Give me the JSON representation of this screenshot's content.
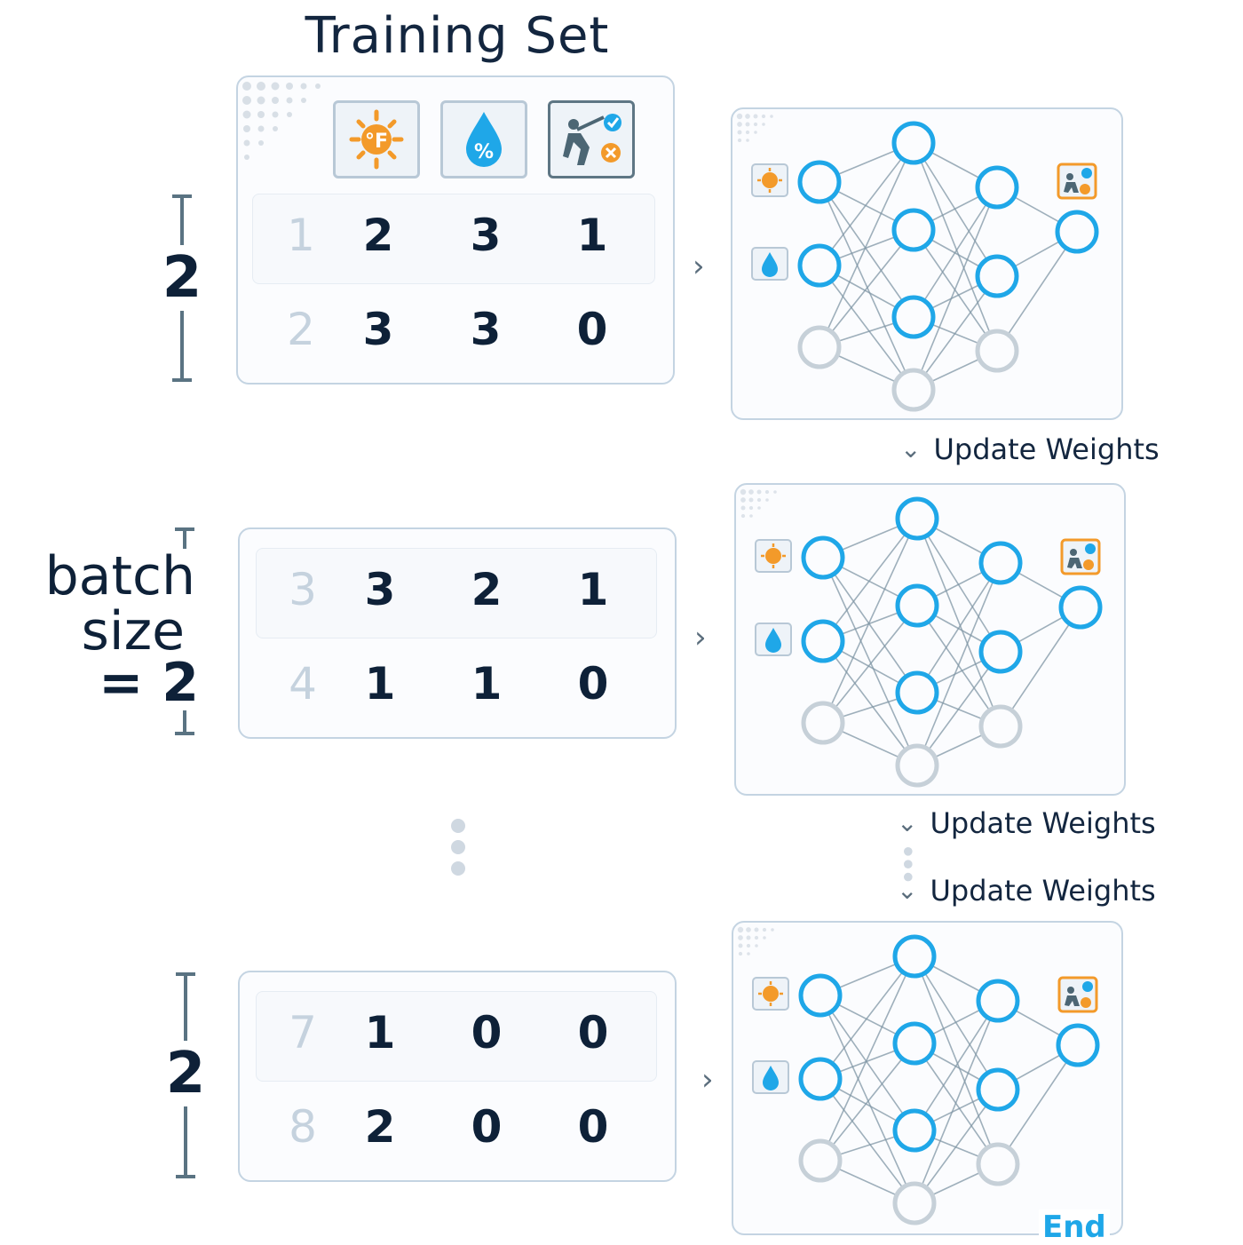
{
  "title": "Training Set",
  "features": [
    {
      "icon": "temperature-sun-icon",
      "label": "°F",
      "color": "#f39a2a"
    },
    {
      "icon": "humidity-drop-icon",
      "label": "%",
      "color": "#1fa7e8"
    },
    {
      "icon": "play-golf-outcome-icon",
      "color": "#4c6674"
    }
  ],
  "batches": [
    {
      "size_label": "2",
      "rows": [
        {
          "index": "1",
          "values": [
            "2",
            "3",
            "1"
          ]
        },
        {
          "index": "2",
          "values": [
            "3",
            "3",
            "0"
          ]
        }
      ]
    },
    {
      "size_label": "2",
      "rows": [
        {
          "index": "3",
          "values": [
            "3",
            "2",
            "1"
          ]
        },
        {
          "index": "4",
          "values": [
            "1",
            "1",
            "0"
          ]
        }
      ]
    },
    {
      "size_label": "2",
      "rows": [
        {
          "index": "7",
          "values": [
            "1",
            "0",
            "0"
          ]
        },
        {
          "index": "8",
          "values": [
            "2",
            "0",
            "0"
          ]
        }
      ]
    }
  ],
  "batch_size_label": {
    "line1": "batch",
    "line2": "size",
    "line3": "= 2"
  },
  "update_label": "Update Weights",
  "end_label": "End",
  "colors": {
    "active_node": "#1fa7e8",
    "inactive_node": "#c6d0d8",
    "edge": "#7f96a4",
    "accent_orange": "#f39a2a"
  }
}
